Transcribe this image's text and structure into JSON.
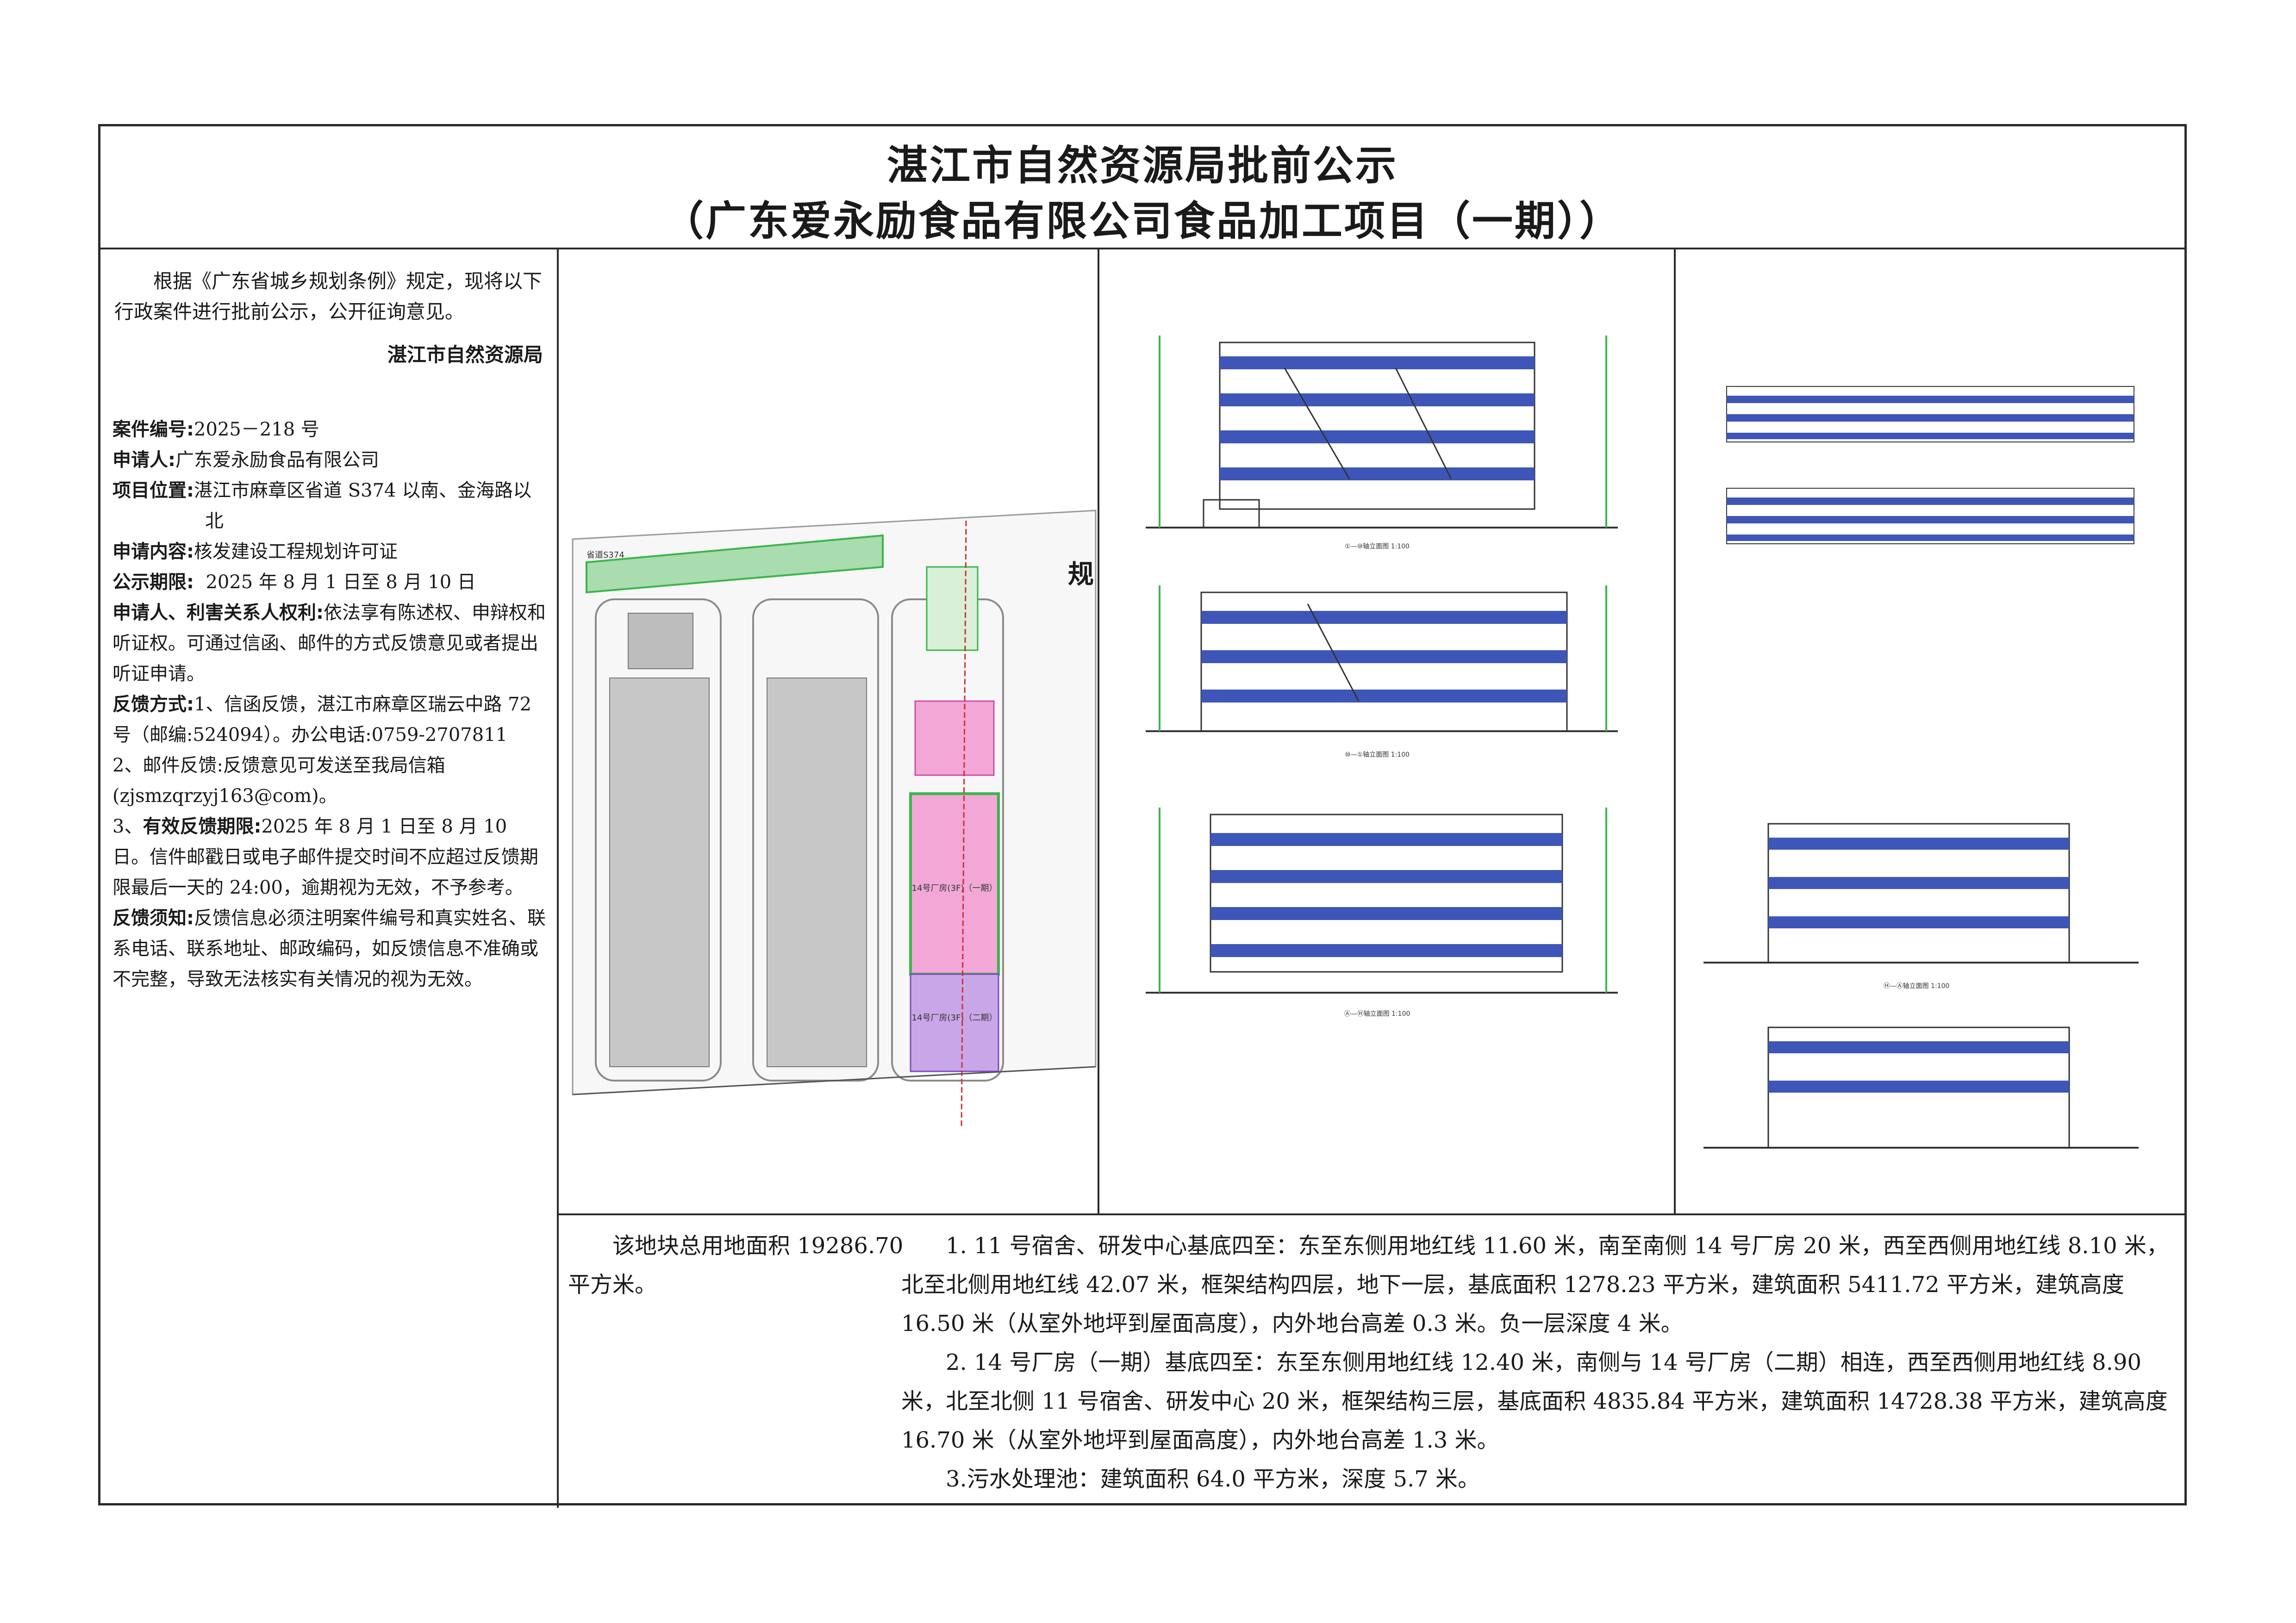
{
  "header": {
    "title_line1": "湛江市自然资源局批前公示",
    "title_line2": "（广东爱永励食品有限公司食品加工项目（一期））"
  },
  "notice": {
    "intro": "根据《广东省城乡规划条例》规定，现将以下行政案件进行批前公示，公开征询意见。",
    "signature": "湛江市自然资源局"
  },
  "case_info": {
    "case_no_label": "案件编号:",
    "case_no": "2025－218 号",
    "applicant_label": "申请人:",
    "applicant": "广东爱永励食品有限公司",
    "location_label": "项目位置:",
    "location": "湛江市麻章区省道 S374 以南、金海路以北",
    "content_label": "申请内容:",
    "content": "核发建设工程规划许可证",
    "period_label": "公示期限:",
    "period": "2025 年 8 月 1 日至 8 月 10 日",
    "rights_label": "申请人、利害关系人权利:",
    "rights": "依法享有陈述权、申辩权和听证权。可通过信函、邮件的方式反馈意见或者提出听证申请。",
    "feedback_label": "反馈方式:",
    "feedback_1": "1、信函反馈，湛江市麻章区瑞云中路 72 号（邮编:524094）。办公电话:0759-2707811",
    "feedback_2": "2、邮件反馈:反馈意见可发送至我局信箱(zjsmzqrzyj163@com)。",
    "feedback_3_prefix": "3、",
    "feedback_3_bold": "有效反馈期限:",
    "feedback_3": "2025 年 8 月 1 日至 8 月 10 日。信件邮戳日或电子邮件提交时间不应超过反馈期限最后一天的 24:00，逾期视为无效，不予参考。",
    "notes_label": "反馈须知:",
    "notes": "反馈信息必须注明案件编号和真实姓名、联系电话、联系地址、邮政编码，如反馈信息不准确或不完整，导致无法核实有关情况的视为无效。"
  },
  "site_plan": {
    "road_north": "省道S374",
    "label_gui": "规",
    "building_14_1": "14号厂房(3F)（一期）",
    "building_14_2": "14号厂房(3F)（二期）"
  },
  "elevations": {
    "e1": "①—⑩轴立面图 1:100",
    "e2": "⑩—①轴立面图 1:100",
    "e3": "Ⓐ—Ⓗ轴立面图 1:100",
    "e4": "Ⓗ—Ⓐ轴立面图 1:100"
  },
  "description": {
    "land_area": "该地块总用地面积 19286.70 平方米。",
    "item1": "1. 11 号宿舍、研发中心基底四至：东至东侧用地红线 11.60 米，南至南侧 14 号厂房 20 米，西至西侧用地红线 8.10 米，北至北侧用地红线 42.07 米，框架结构四层，地下一层，基底面积 1278.23 平方米，建筑面积 5411.72 平方米，建筑高度 16.50 米（从室外地坪到屋面高度），内外地台高差 0.3 米。负一层深度 4 米。",
    "item2": "2. 14 号厂房（一期）基底四至：东至东侧用地红线 12.40 米，南侧与 14 号厂房（二期）相连，西至西侧用地红线 8.90 米，北至北侧 11 号宿舍、研发中心 20 米，框架结构三层，基底面积 4835.84 平方米，建筑面积 14728.38 平方米，建筑高度 16.70 米（从室外地坪到屋面高度），内外地台高差 1.3 米。",
    "item3": "3.污水处理池：建筑面积 64.0 平方米，深度 5.7 米。"
  },
  "colors": {
    "border": "#2a2a2a",
    "facade_blue": "#3d56b8",
    "factory_pink": "#f2a7d6",
    "factory_purple": "#c9a6e8",
    "green_strip": "#3bb54a"
  }
}
